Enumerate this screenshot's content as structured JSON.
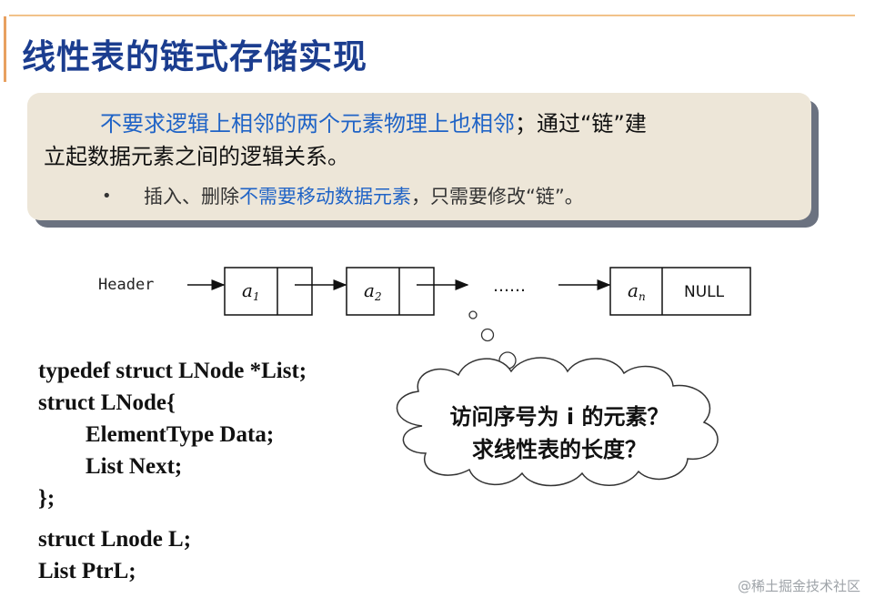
{
  "slide": {
    "title": "线性表的链式存储实现",
    "intro_blue": "不要求逻辑上相邻的两个元素物理上也相邻",
    "intro_rest_line1": "；通过“链”建",
    "intro_line2": "立起数据元素之间的逻辑关系。",
    "bullet_prefix": "插入、删除",
    "bullet_blue": "不需要移动数据元素",
    "bullet_suffix": "，只需要修改“链”。",
    "bullet_symbol": "•"
  },
  "diagram": {
    "header_label": "Header",
    "node1_label": "a",
    "node1_sub": "1",
    "node2_label": "a",
    "node2_sub": "2",
    "ellipsis": "……",
    "noden_label": "a",
    "noden_sub": "n",
    "null_label": "NULL"
  },
  "code": {
    "line1": "typedef struct LNode *List;",
    "line2": "struct LNode{",
    "line3": "ElementType  Data;",
    "line4": "List  Next;",
    "line5": "};",
    "line6": "struct Lnode L;",
    "line7": "List    PtrL;"
  },
  "cloud": {
    "line1": "访问序号为 i 的元素？",
    "line2": "求线性表的长度？"
  },
  "watermark": "@稀土掘金技术社区",
  "colors": {
    "title": "#1b3d8f",
    "highlight": "#1f63c6",
    "panel": "#ede6d8",
    "panel_shadow": "#6b7280"
  }
}
